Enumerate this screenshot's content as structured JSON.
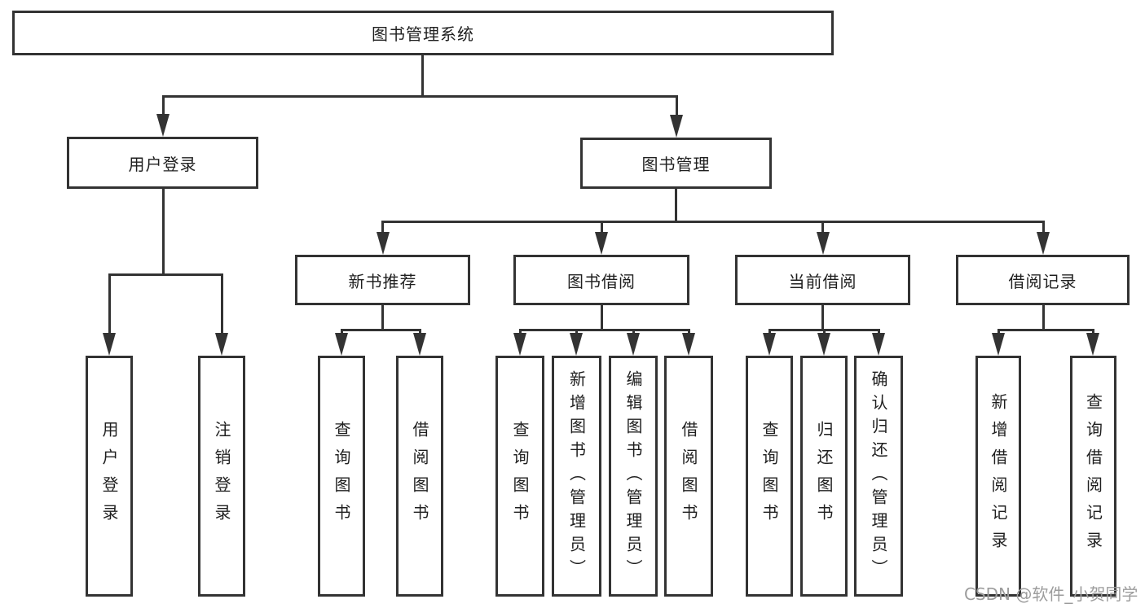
{
  "diagram": {
    "root": {
      "label": "图书管理系统"
    },
    "branches": [
      {
        "label": "用户登录",
        "children": [
          {
            "label": "用户登录"
          },
          {
            "label": "注销登录"
          }
        ]
      },
      {
        "label": "图书管理",
        "children": [
          {
            "label": "新书推荐",
            "children": [
              {
                "label": "查询图书"
              },
              {
                "label": "借阅图书"
              }
            ]
          },
          {
            "label": "图书借阅",
            "children": [
              {
                "label": "查询图书"
              },
              {
                "label": "新增图书（管理员）"
              },
              {
                "label": "编辑图书（管理员）"
              },
              {
                "label": "借阅图书"
              }
            ]
          },
          {
            "label": "当前借阅",
            "children": [
              {
                "label": "查询图书"
              },
              {
                "label": "归还图书"
              },
              {
                "label": "确认归还（管理员）"
              }
            ]
          },
          {
            "label": "借阅记录",
            "children": [
              {
                "label": "新增借阅记录"
              },
              {
                "label": "查询借阅记录"
              }
            ]
          }
        ]
      }
    ]
  },
  "watermark": {
    "text": "CSDN @软件_小贺同学"
  },
  "colors": {
    "line": "#333333",
    "text": "#1f1f1f",
    "background": "#ffffff",
    "watermark": "#9c9c9c"
  }
}
